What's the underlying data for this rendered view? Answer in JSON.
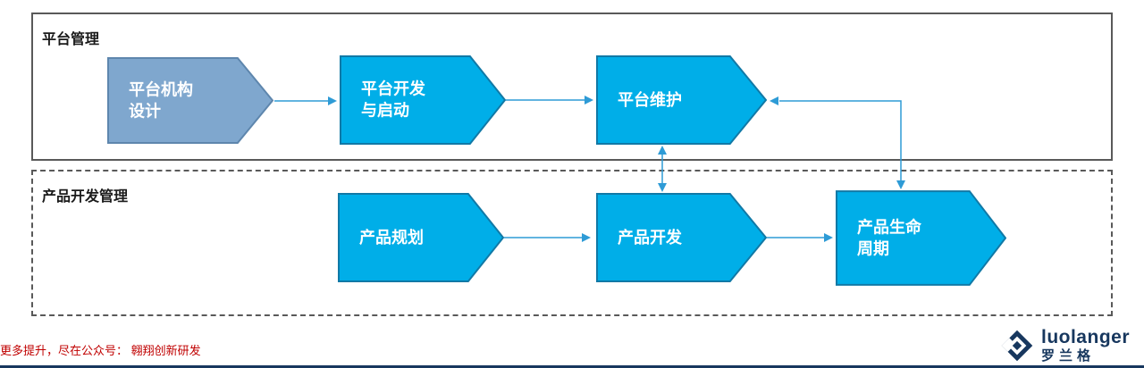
{
  "top_section": {
    "title": "平台管理",
    "steps": [
      {
        "id": "platform-org-design",
        "label": "平台机构\n设计",
        "fill": "#7FA7CE",
        "stroke": "#5E86AD"
      },
      {
        "id": "platform-dev-launch",
        "label": "平台开发\n与启动",
        "fill": "#00AEE8",
        "stroke": "#1179A6"
      },
      {
        "id": "platform-maintenance",
        "label": "平台维护",
        "fill": "#00AEE8",
        "stroke": "#1179A6"
      }
    ]
  },
  "bottom_section": {
    "title": "产品开发管理",
    "steps": [
      {
        "id": "product-planning",
        "label": "产品规划",
        "fill": "#00AEE8",
        "stroke": "#1179A6"
      },
      {
        "id": "product-development",
        "label": "产品开发",
        "fill": "#00AEE8",
        "stroke": "#1179A6"
      },
      {
        "id": "product-lifecycle",
        "label": "产品生命\n周期",
        "fill": "#00AEE8",
        "stroke": "#1179A6"
      }
    ]
  },
  "connectors": {
    "color": "#2E9BD6",
    "links": [
      "platform-org-design -> platform-dev-launch",
      "platform-dev-launch -> platform-maintenance",
      "platform-maintenance <-> product-lifecycle (elbow)",
      "platform-maintenance <-> product-development (vertical)",
      "product-planning -> product-development",
      "product-development -> product-lifecycle"
    ]
  },
  "footer": {
    "promo_text": "更多提升，尽在公众号： 翱翔创新研发",
    "color": "#C00000"
  },
  "logo": {
    "name": "luolanger",
    "cn": "罗兰格",
    "color": "#17375E"
  }
}
